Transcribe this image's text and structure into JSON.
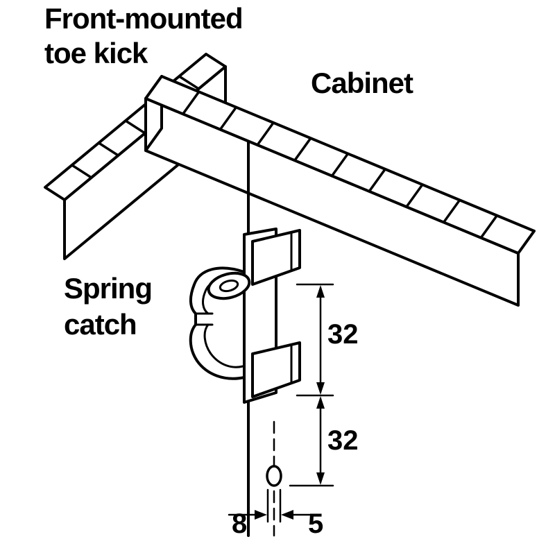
{
  "diagram": {
    "title": {
      "line1": "Front-mounted",
      "line2": "toe kick"
    },
    "labels": {
      "cabinet": "Cabinet",
      "spring_catch_line1": "Spring",
      "spring_catch_line2": "catch"
    },
    "dimensions": {
      "upper_spacing": "32",
      "lower_spacing": "32",
      "edge_distance": "8",
      "hole_diameter": "5"
    },
    "colors": {
      "line": "#000000",
      "background": "#ffffff"
    }
  }
}
